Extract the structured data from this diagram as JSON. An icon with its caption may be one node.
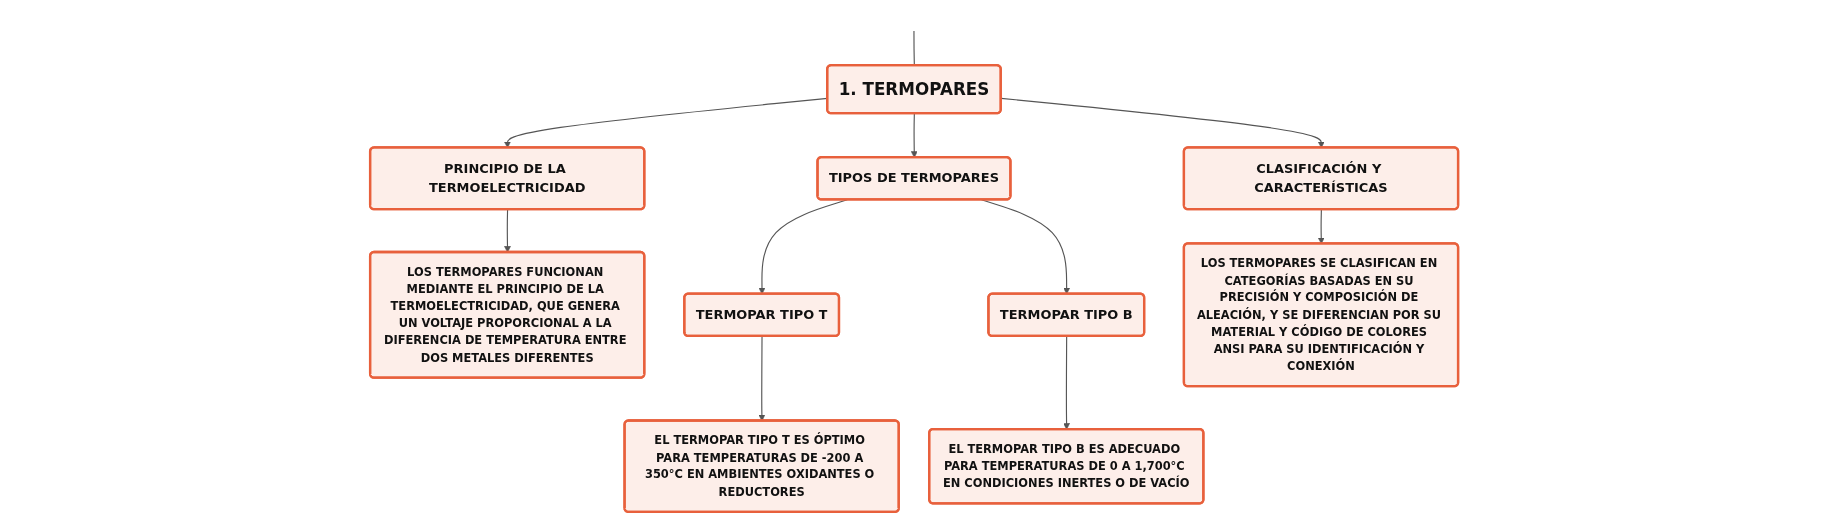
{
  "diagram": {
    "nodes": [
      {
        "text": [
          "1. TERMOPARES"
        ]
      },
      {
        "text": [
          "PRINCIPIO DE LA TERMOELECTRICIDAD"
        ]
      },
      {
        "text": [
          "TIPOS DE TERMOPARES"
        ]
      },
      {
        "text": [
          "CLASIFICACIÓN Y CARACTERÍSTICAS"
        ]
      },
      {
        "text": [
          "LOS TERMOPARES FUNCIONAN MEDIANTE EL PRINCIPIO DE LA TERMOELECTRICIDAD, QUE GENERA UN VOLTAJE PROPORCIONAL A LA DIFERENCIA DE TEMPERATURA ENTRE DOS METALES DIFERENTES"
        ]
      },
      {
        "text": [
          "TERMOPAR TIPO T"
        ]
      },
      {
        "text": [
          "TERMOPAR TIPO B"
        ]
      },
      {
        "text": [
          "EL TERMOPAR TIPO T ES ÓPTIMO PARA TEMPERATURAS DE -200 A 350°C EN AMBIENTES OXIDANTES O REDUCTORES"
        ]
      },
      {
        "text": [
          "EL TERMOPAR TIPO B ES ADECUADO PARA TEMPERATURAS DE 0 A 1,700°C EN CONDICIONES INERTES O DE VACÍO"
        ]
      },
      {
        "text": [
          "LOS TERMOPARES SE CLASIFICAN EN CATEGORÍAS BASADAS EN SU PRECISIÓN Y COMPOSICIÓN DE ALEACIÓN, Y SE DIFERENCIAN POR SU MATERIAL Y CÓDIGO DE COLORES ANSI PARA SU IDENTIFICACIÓN Y CONEXIÓN"
        ]
      }
    ],
    "edges": [
      {
        "from": null,
        "to": 0,
        "arrow": "none"
      },
      {
        "from": 0,
        "to": 1,
        "arrow": "to"
      },
      {
        "from": 0,
        "to": 2,
        "arrow": "to"
      },
      {
        "from": 0,
        "to": 3,
        "arrow": "to"
      },
      {
        "from": 1,
        "to": 4,
        "arrow": "to"
      },
      {
        "from": 2,
        "to": 5,
        "arrow": "to"
      },
      {
        "from": 2,
        "to": 6,
        "arrow": "to"
      },
      {
        "from": 5,
        "to": 7,
        "arrow": "to"
      },
      {
        "from": 6,
        "to": 8,
        "arrow": "to"
      },
      {
        "from": 3,
        "to": 9,
        "arrow": "to"
      }
    ]
  }
}
